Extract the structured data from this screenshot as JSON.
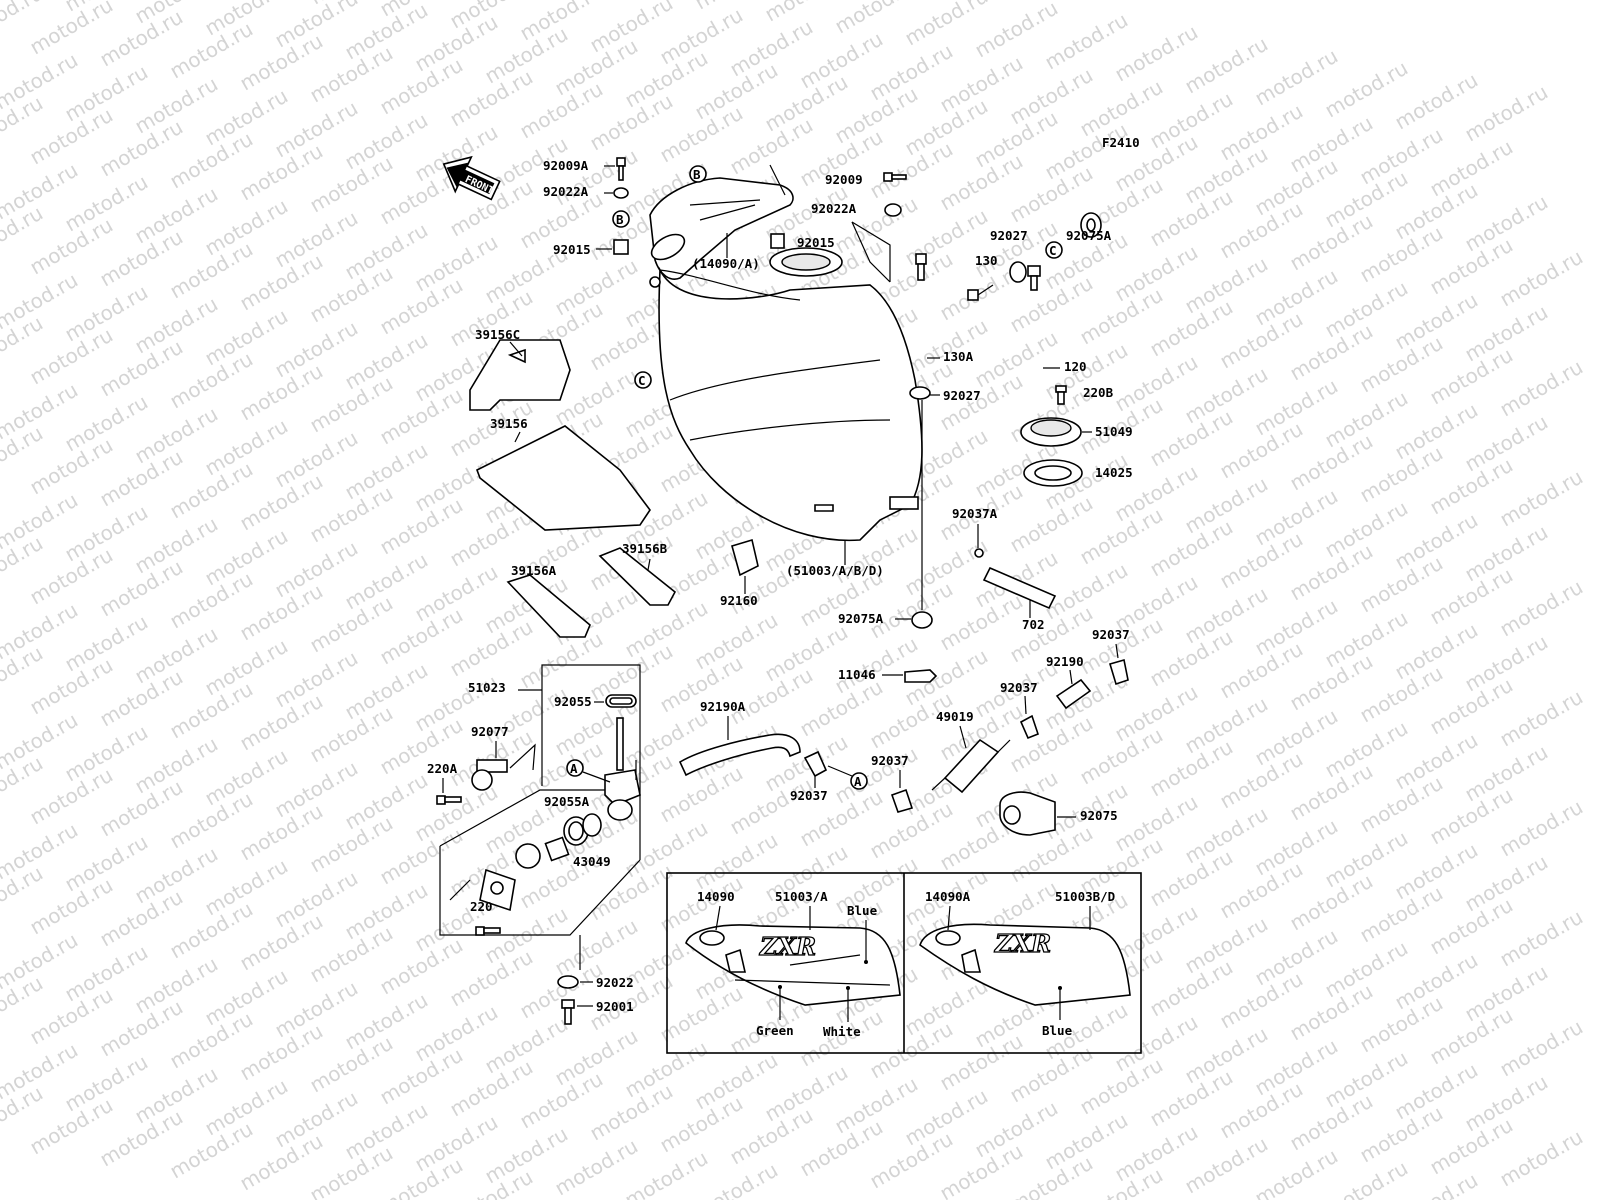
{
  "figure_code": "F2410",
  "front_label": "FRONT",
  "watermark": "motod.ru",
  "callouts": {
    "b": "B",
    "c": "C",
    "a": "A"
  },
  "parts": {
    "p92009A": "92009A",
    "p92022A_left": "92022A",
    "p92015_left": "92015",
    "p14090A": "(14090/A)",
    "p92015_right": "92015",
    "p92009": "92009",
    "p92022A_right": "92022A",
    "p130": "130",
    "p92027_top": "92027",
    "p92075A_top": "92075A",
    "p39156C": "39156C",
    "p130A": "130A",
    "p120": "120",
    "p220B": "220B",
    "p92027": "92027",
    "p51049": "51049",
    "p39156": "39156",
    "p14025": "14025",
    "p92037A": "92037A",
    "p39156B": "39156B",
    "p39156A": "39156A",
    "p51003": "(51003/A/B/D)",
    "p92160": "92160",
    "p92075A": "92075A",
    "p702": "702",
    "p92037_r": "92037",
    "p11046": "11046",
    "p92190": "92190",
    "p51023": "51023",
    "p92055": "92055",
    "p92190A": "92190A",
    "p92037_m": "92037",
    "p49019": "49019",
    "p92077": "92077",
    "p220A": "220A",
    "p92055A": "92055A",
    "p92037_b": "92037",
    "p92037_l": "92037",
    "p92075": "92075",
    "p43049": "43049",
    "p220": "220",
    "p92022": "92022",
    "p92001": "92001"
  },
  "variants": {
    "left": {
      "tank_cover": "14090",
      "tank": "51003/A",
      "color_top": "Blue",
      "color_green": "Green",
      "color_white": "White",
      "logo": "ZXR"
    },
    "right": {
      "tank_cover": "14090A",
      "tank": "51003B/D",
      "color_bottom": "Blue",
      "logo": "ZXR"
    }
  }
}
